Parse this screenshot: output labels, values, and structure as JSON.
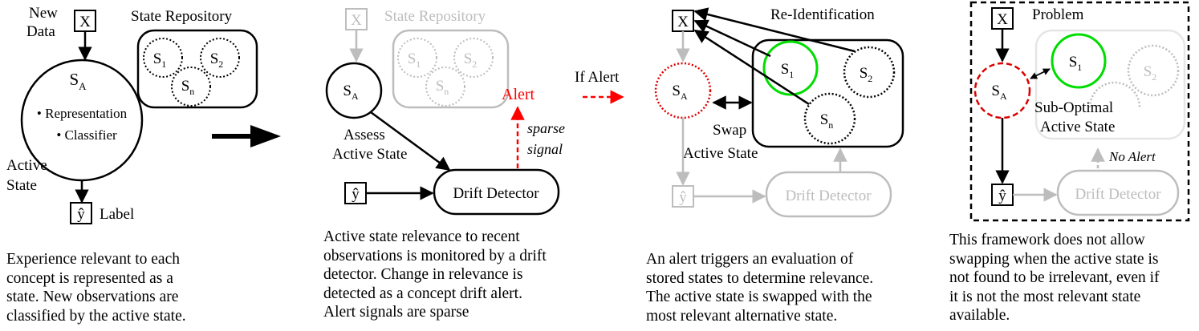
{
  "colors": {
    "ink": "#000000",
    "faded": "#bdbdbd",
    "alert_red": "#ff0000",
    "highlight_green": "#00dd00",
    "problem_red": "#dd0000"
  },
  "panel1": {
    "new_data": [
      "New",
      "Data"
    ],
    "x_label": "X",
    "repository_title": "State Repository",
    "s1": "S",
    "s1_sub": "1",
    "s2": "S",
    "s2_sub": "2",
    "sn": "S",
    "sn_sub": "n",
    "sa": "S",
    "sa_sub": "A",
    "bullet_representation": "• Representation",
    "bullet_classifier": "• Classifier",
    "active_state": [
      "Active",
      "State"
    ],
    "y_hat": "ŷ",
    "label": "Label",
    "caption": [
      "Experience relevant to each",
      "concept is represented as a",
      "state. New observations are",
      "classified by the active state."
    ]
  },
  "panel2": {
    "x_label": "X",
    "repository_title": "State Repository",
    "s1": "S",
    "s1_sub": "1",
    "s2": "S",
    "s2_sub": "2",
    "sn": "S",
    "sn_sub": "n",
    "sa": "S",
    "sa_sub": "A",
    "alert": "Alert",
    "sparse_signal": [
      "sparse",
      "signal"
    ],
    "assess": [
      "Assess",
      "Active State"
    ],
    "y_hat": "ŷ",
    "drift_detector": "Drift Detector",
    "caption": [
      "Active state relevance to recent",
      "observations is monitored by a drift",
      "detector. Change in relevance is",
      "detected as a concept drift alert.",
      "Alert signals are sparse"
    ]
  },
  "if_alert": "If Alert",
  "panel3": {
    "x_label": "X",
    "title": "Re-Identification",
    "s1": "S",
    "s1_sub": "1",
    "s2": "S",
    "s2_sub": "2",
    "sn": "S",
    "sn_sub": "n",
    "sa": "S",
    "sa_sub": "A",
    "swap": [
      "Swap",
      "Active State"
    ],
    "y_hat": "ŷ",
    "drift_detector": "Drift Detector",
    "caption": [
      "An alert triggers an evaluation of",
      "stored states to determine relevance.",
      "The active state is swapped with the",
      "most relevant alternative state."
    ]
  },
  "panel4": {
    "x_label": "X",
    "title": "Problem",
    "s1": "S",
    "s1_sub": "1",
    "s2": "S",
    "s2_sub": "2",
    "sa": "S",
    "sa_sub": "A",
    "sub_optimal": [
      "Sub-Optimal",
      "Active State"
    ],
    "no_alert": "No Alert",
    "y_hat": "ŷ",
    "drift_detector": "Drift Detector",
    "caption": [
      "This framework does not allow",
      "swapping when the active state is",
      "not found to be irrelevant, even if",
      "it is not the most relevant state",
      "available."
    ]
  }
}
